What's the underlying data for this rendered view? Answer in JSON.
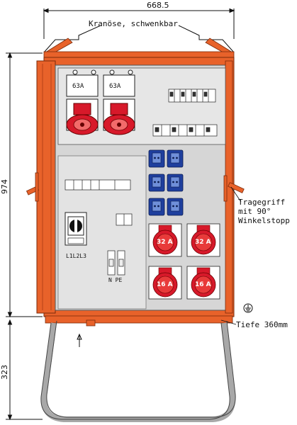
{
  "dimensions": {
    "width": "668.5",
    "height": "974",
    "leg_height": "323"
  },
  "labels": {
    "crane_eye": "Kranöse, schwenkbar",
    "carry_handle": "Tragegriff\nmit 90°\nWinkelstopp",
    "depth": "Tiefe 360mm",
    "terminal_l": "L1L2L3",
    "terminal_npe": "N PE"
  },
  "cee_top_sockets": [
    {
      "rating": "63A"
    },
    {
      "rating": "63A"
    }
  ],
  "cee_right_sockets": [
    {
      "rating": "32 A"
    },
    {
      "rating": "32 A"
    },
    {
      "rating": "16 A"
    },
    {
      "rating": "16 A"
    }
  ],
  "schuko_sockets_count": 6,
  "colors": {
    "housing": "#e8622a",
    "housing_dark": "#b84318",
    "panel": "#e6e6e6",
    "socket_red": "#d7192a",
    "socket_blue": "#1f3f9e",
    "frame_gray": "#a8a8a8"
  }
}
